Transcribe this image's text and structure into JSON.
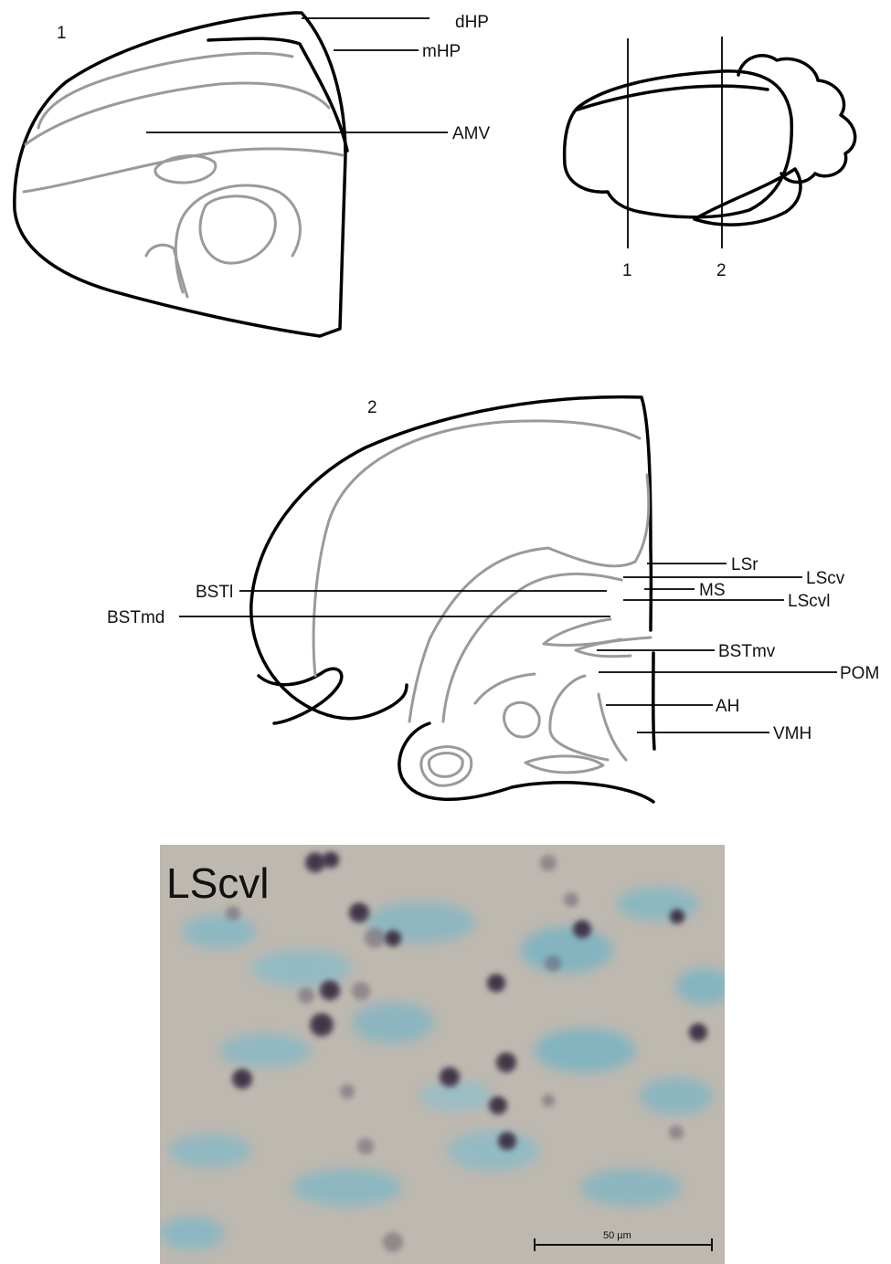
{
  "section_1": {
    "number": "1",
    "labels": {
      "dHP": "dHP",
      "mHP": "mHP",
      "AMV": "AMV"
    }
  },
  "brain_overview": {
    "cut_labels": [
      "1",
      "2"
    ]
  },
  "section_2": {
    "number": "2",
    "labels": {
      "LSr": "LSr",
      "LScv": "LScv",
      "BSTl": "BSTl",
      "MS": "MS",
      "LScvl": "LScvl",
      "BSTmd": "BSTmd",
      "BSTmv": "BSTmv",
      "POM": "POM",
      "AH": "AH",
      "VMH": "VMH"
    }
  },
  "micrograph": {
    "region_label": "LScvl",
    "scale_bar_label": "50 µm",
    "colors": {
      "background": "#bdb8b0",
      "counterstain": "#6fb3c6",
      "labeled_cell": "#3a2f45"
    }
  }
}
